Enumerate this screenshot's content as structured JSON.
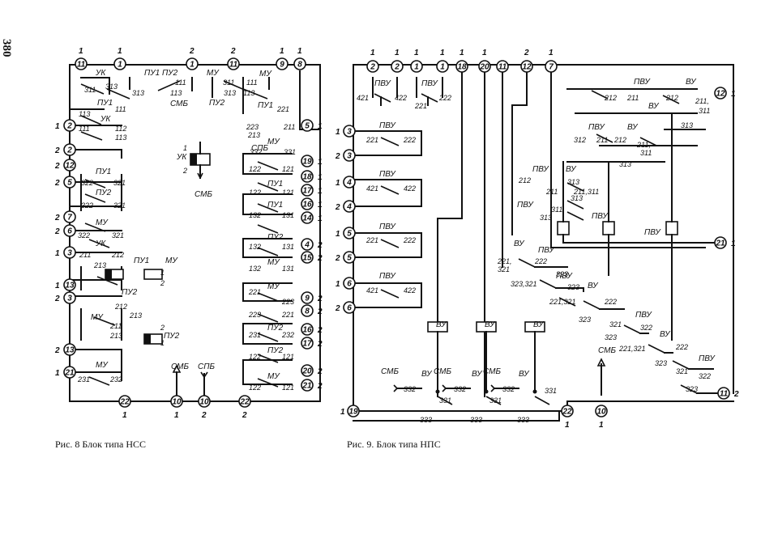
{
  "page_number": "380",
  "captions": {
    "fig8": "Рис. 8  Блок типа НСС",
    "fig9": "Рис. 9. Блок типа НПС"
  },
  "labels": {
    "UK": "УК",
    "PU1": "ПУ1",
    "PU2": "ПУ2",
    "MU": "МУ",
    "SMB": "СМБ",
    "SPB": "СПБ",
    "PVU": "ПВУ",
    "VU": "ВУ"
  },
  "fig8": {
    "top_terminals": [
      {
        "n": "11",
        "pin": "1"
      },
      {
        "n": "1",
        "pin": "1"
      },
      {
        "n": "1",
        "pin": "2"
      },
      {
        "n": "11",
        "pin": "2"
      },
      {
        "n": "9",
        "pin": "1"
      },
      {
        "n": "8",
        "pin": "1"
      }
    ],
    "left_terminals": [
      {
        "n": "2",
        "pin": "1"
      },
      {
        "n": "2",
        "pin": "2"
      },
      {
        "n": "12",
        "pin": "2"
      },
      {
        "n": "5",
        "pin": "2"
      },
      {
        "n": "7",
        "pin": "2"
      },
      {
        "n": "6",
        "pin": "2"
      },
      {
        "n": "3",
        "pin": "1"
      },
      {
        "n": "13",
        "pin": "1"
      },
      {
        "n": "3",
        "pin": "2"
      },
      {
        "n": "13",
        "pin": "2"
      },
      {
        "n": "21",
        "pin": "1"
      }
    ],
    "right_terminals": [
      {
        "n": "5",
        "pin": "1"
      },
      {
        "n": "19",
        "pin": "1"
      },
      {
        "n": "18",
        "pin": "1"
      },
      {
        "n": "17",
        "pin": "1"
      },
      {
        "n": "16",
        "pin": "1"
      },
      {
        "n": "14",
        "pin": "1"
      },
      {
        "n": "4",
        "pin": "2"
      },
      {
        "n": "15",
        "pin": "2"
      },
      {
        "n": "9",
        "pin": "2"
      },
      {
        "n": "8",
        "pin": "2"
      },
      {
        "n": "16",
        "pin": "2"
      },
      {
        "n": "17",
        "pin": "2"
      },
      {
        "n": "20",
        "pin": "2"
      },
      {
        "n": "21",
        "pin": "2"
      }
    ],
    "bottom_terminals": [
      {
        "n": "22",
        "pin": "1"
      },
      {
        "n": "10",
        "pin": "1"
      },
      {
        "n": "10",
        "pin": "2"
      },
      {
        "n": "22",
        "pin": "2"
      }
    ]
  },
  "fig9": {
    "top_terminals": [
      {
        "n": "2",
        "pin": "1"
      },
      {
        "n": "2",
        "pin": "1"
      },
      {
        "n": "1",
        "pin": "1"
      },
      {
        "n": "1",
        "pin": "1"
      },
      {
        "n": "18",
        "pin": "1"
      },
      {
        "n": "20",
        "pin": "1"
      },
      {
        "n": "11",
        "pin": ""
      },
      {
        "n": "12",
        "pin": "2"
      },
      {
        "n": "7",
        "pin": "1"
      }
    ],
    "left_terminals": [
      {
        "n": "3",
        "pin": "1"
      },
      {
        "n": "3",
        "pin": "2"
      },
      {
        "n": "4",
        "pin": "1"
      },
      {
        "n": "4",
        "pin": "2"
      },
      {
        "n": "5",
        "pin": "1"
      },
      {
        "n": "5",
        "pin": "2"
      },
      {
        "n": "6",
        "pin": "1"
      },
      {
        "n": "6",
        "pin": "2"
      }
    ],
    "right_terminals": [
      {
        "n": "12",
        "pin": "1"
      },
      {
        "n": "21",
        "pin": "1"
      },
      {
        "n": "11",
        "pin": "2"
      }
    ],
    "bottom_terminals": [
      {
        "n": "19",
        "pin": "1"
      },
      {
        "n": "22",
        "pin": "1"
      },
      {
        "n": "10",
        "pin": "1"
      }
    ]
  }
}
